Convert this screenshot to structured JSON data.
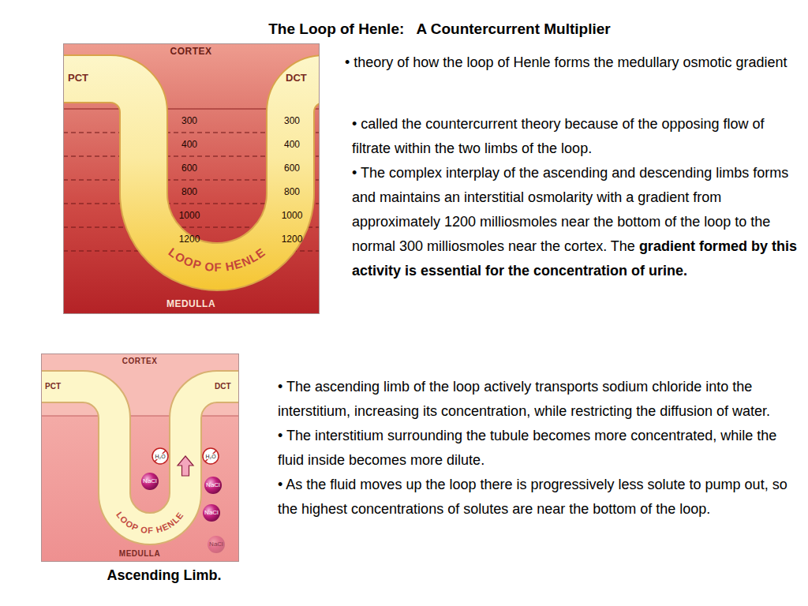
{
  "diagram": {
    "title": "The Loop of Henle:   A Countercurrent Multiplier",
    "caption": "Ascending Limb.",
    "labels": [
      "CORTEX",
      "PCT",
      "DCT",
      "300",
      "400",
      "600",
      "800",
      "1000",
      "1200",
      "300",
      "400",
      "600",
      "800",
      "1000",
      "1200",
      "LOOP OF HENLE",
      "MEDULLA",
      "• theory of how the loop of Henle forms the medullary osmotic gradient",
      "• called the countercurrent theory because of the opposing flow of filtrate within the two limbs of the loop.",
      "• The complex interplay of the ascending and descending limbs forms and maintains an interstitial osmolarity with a gradient from approximately 1200 milliosmoles near the bottom of the loop to the normal 300 milliosmoles near the cortex. The",
      "gradient formed by this activity is essential for the concentration of urine.",
      "CORTEX",
      "PCT",
      "DCT",
      "H₂O",
      "H₂O",
      "NaCl",
      "NaCl",
      "NaCl",
      "NaCl",
      "LOOP OF HENLE",
      "MEDULLA",
      "• The ascending limb of the loop actively transports sodium chloride into the interstitium, increasing its concentration, while restricting the diffusion of water.",
      "• The interstitium surrounding the tubule becomes more concentrated, while the fluid inside becomes more dilute.",
      "• As the fluid moves up the loop there is progressively less solute to pump out, so the highest concentrations of solutes are near the bottom of the loop."
    ]
  }
}
